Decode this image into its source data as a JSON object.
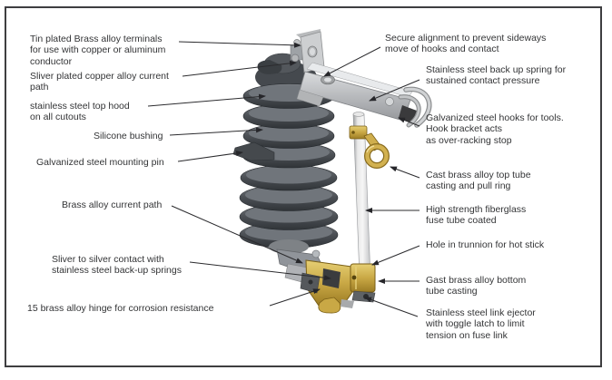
{
  "diagram": {
    "type": "labeled technical illustration",
    "subject": "fuse cutout assembly",
    "colors": {
      "background": "#ffffff",
      "frame_border": "#3e3e40",
      "leader_line": "#2b2b2e",
      "insulator_gray": "#4e5257",
      "steel_gray": "#c6c8ca",
      "brass_gold": "#c9a845",
      "fuse_tube": "#ececec",
      "label_text": "#333436"
    }
  },
  "annotations": {
    "left": [
      {
        "id": "terminals",
        "text": "Tin plated Brass alloy terminals\nfor use with copper or aluminum\nconductor"
      },
      {
        "id": "current-path-top",
        "text": "Sliver plated copper alloy current\npath"
      },
      {
        "id": "top-hood",
        "text": "stainless steel top hood\non all cutouts"
      },
      {
        "id": "silicone-bushing",
        "text": "Silicone bushing"
      },
      {
        "id": "mounting-pin",
        "text": "Galvanized steel mounting pin"
      },
      {
        "id": "brass-current-path",
        "text": "Brass alloy current path"
      },
      {
        "id": "silver-contact",
        "text": "Sliver to silver contact with\nstainless steel back-up springs"
      },
      {
        "id": "brass-hinge",
        "text": "15 brass alloy hinge for corrosion resistance"
      }
    ],
    "right": [
      {
        "id": "secure-alignment",
        "text": "Secure alignment to prevent sideways\nmove of hooks and contact"
      },
      {
        "id": "backup-spring",
        "text": "Stainless steel back up spring for\nsustained contact pressure"
      },
      {
        "id": "steel-hooks",
        "text": "Galvanized steel hooks for tools.\nHook bracket acts\nas over-racking stop"
      },
      {
        "id": "top-tube-casting",
        "text": "Cast brass alloy top tube\ncasting and pull ring"
      },
      {
        "id": "fiberglass-tube",
        "text": "High strength fiberglass\nfuse tube coated"
      },
      {
        "id": "trunnion-hole",
        "text": "Hole in trunnion for hot stick"
      },
      {
        "id": "bottom-tube-casting",
        "text": "Gast brass alloy bottom\ntube casting"
      },
      {
        "id": "link-ejector",
        "text": "Stainless steel link ejector\nwith toggle latch to limit\ntension on fuse link"
      }
    ]
  }
}
